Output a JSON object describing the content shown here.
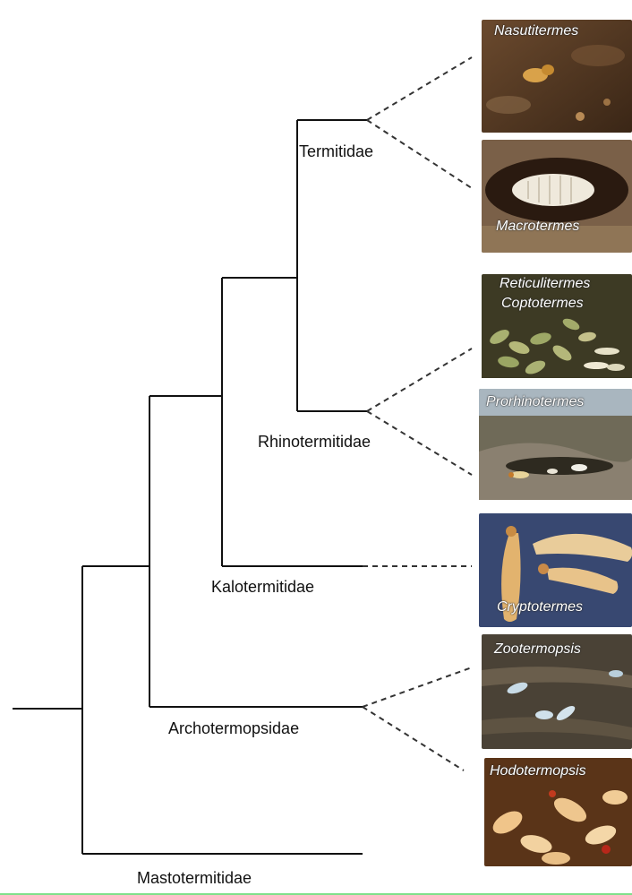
{
  "families": {
    "termitidae": "Termitidae",
    "rhinotermitidae": "Rhinotermitidae",
    "kalotermitidae": "Kalotermitidae",
    "archotermopsidae": "Archotermopsidae",
    "mastotermitidae": "Mastotermitidae"
  },
  "genera": {
    "nasutitermes": "Nasutitermes",
    "macrotermes": "Macrotermes",
    "reticulitermes": "Reticulitermes",
    "coptotermes": "Coptotermes",
    "prorhinotermes": "Prorhinotermes",
    "cryptotermes": "Cryptotermes",
    "zootermopsis": "Zootermopsis",
    "hodotermopsis": "Hodotermopsis"
  },
  "colors": {
    "tree_line": "#111111",
    "photo_label": "#ffffff"
  }
}
